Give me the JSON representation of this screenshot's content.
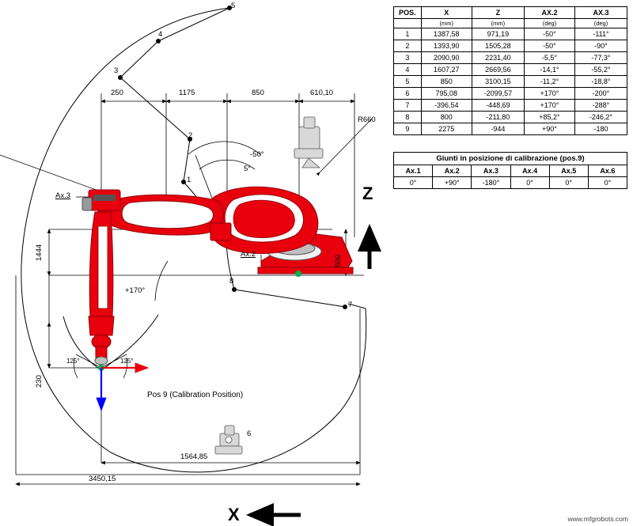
{
  "pos_table": {
    "headers": [
      "POS.",
      "X",
      "Z",
      "AX.2",
      "AX.3"
    ],
    "units": [
      "",
      "(mm)",
      "(mm)",
      "(deg)",
      "(deg)"
    ],
    "rows": [
      [
        "1",
        "1387,58",
        "971,19",
        "-50°",
        "-111°"
      ],
      [
        "2",
        "1393,90",
        "1505,28",
        "-50°",
        "-90°"
      ],
      [
        "3",
        "2090,90",
        "2231,40",
        "-5,5°",
        "-77,3°"
      ],
      [
        "4",
        "1607,27",
        "2669,56",
        "-14,1°",
        "-55,2°"
      ],
      [
        "5",
        "850",
        "3100,15",
        "-11,2°",
        "-18,8°"
      ],
      [
        "6",
        "795,08",
        "-2099,57",
        "+170°",
        "-200°"
      ],
      [
        "7",
        "-396,54",
        "-448,69",
        "+170°",
        "-288°"
      ],
      [
        "8",
        "800",
        "-211,80",
        "+85,2°",
        "-246,2°"
      ],
      [
        "9",
        "2275",
        "-944",
        "+90°",
        "-180"
      ]
    ]
  },
  "cal_table": {
    "title": "Giunti in posizione di calibrazione (pos.9)",
    "headers": [
      "Ax.1",
      "Ax.2",
      "Ax.3",
      "Ax.4",
      "Ax.5",
      "Ax.6"
    ],
    "values": [
      "0°",
      "+90°",
      "-180°",
      "0°",
      "0°",
      "0°"
    ]
  },
  "labels": {
    "axis_z": "Z",
    "axis_x": "X",
    "ax3": "Ax.3",
    "ax2": "Ax.2",
    "radius": "R660",
    "angle_minus50": "-50°",
    "angle_5": "5°",
    "angle_plus170": "+170°",
    "angle_125_left": "125°",
    "angle_125_right": "125°",
    "pos9_note": "Pos 9 (Calibration Position)",
    "dim_250": "250",
    "dim_1175": "1175",
    "dim_850": "850",
    "dim_610": "610,10",
    "dim_1444": "1444",
    "dim_500": "500",
    "dim_230": "230",
    "dim_1564": "1564,85",
    "dim_3450": "3450,15",
    "point_1": "1",
    "point_2": "2",
    "point_3": "3",
    "point_4": "4",
    "point_5": "5",
    "point_6": "6",
    "point_7": "7",
    "point_8": "8"
  },
  "watermark": "www.mfgrobots.com",
  "colors": {
    "robot": "#e8000d",
    "accent_green": "#00b14f",
    "blue": "#0000ff",
    "line": "#000000"
  }
}
